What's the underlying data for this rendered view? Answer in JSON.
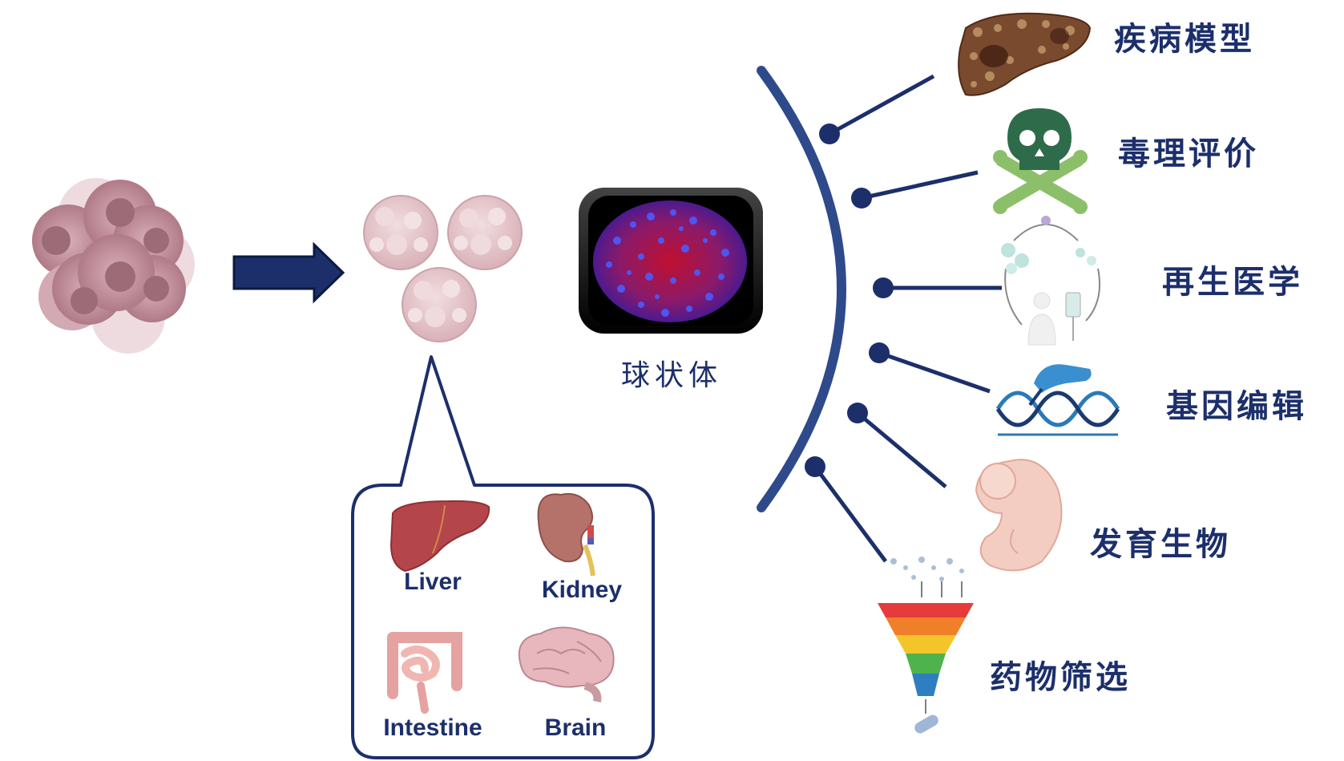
{
  "spheroid": {
    "label": "球状体"
  },
  "organs": {
    "liver": "Liver",
    "kidney": "Kidney",
    "intestine": "Intestine",
    "brain": "Brain"
  },
  "applications": [
    {
      "label": "疾病模型",
      "icon": "diseased-liver-icon"
    },
    {
      "label": "毒理评价",
      "icon": "skull-crossbones-icon"
    },
    {
      "label": "再生医学",
      "icon": "cell-therapy-cycle-icon"
    },
    {
      "label": "基因编辑",
      "icon": "dna-editing-icon"
    },
    {
      "label": "发育生物",
      "icon": "embryo-icon"
    },
    {
      "label": "药物筛选",
      "icon": "screening-funnel-icon"
    }
  ],
  "colors": {
    "navy": "#1c2f6b",
    "arc": "#2e4a8b",
    "cell": "#b98592",
    "spheroid_cell": "#e6c6ca",
    "skull": "#2e6b4b",
    "bones": "#8cbf6a"
  }
}
